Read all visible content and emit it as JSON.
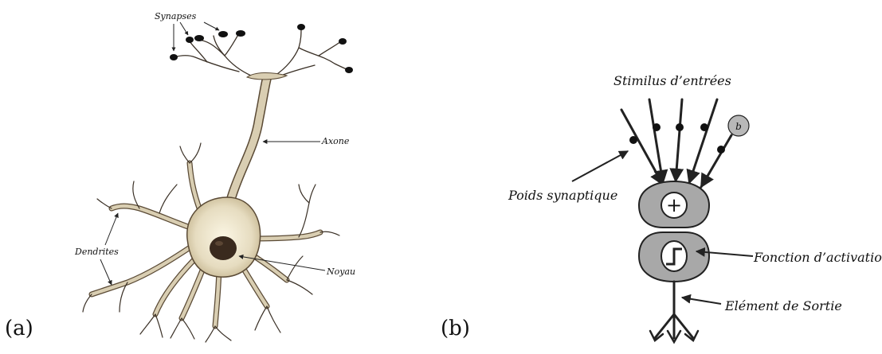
{
  "panel_a": {
    "tag": "(a)",
    "labels": {
      "synapses": "Synapses",
      "axone": "Axone",
      "dendrites": "Dendrites",
      "noyau": "Noyau"
    }
  },
  "panel_b": {
    "tag": "(b)",
    "labels": {
      "stimulus": "Stimilus d’entrées",
      "poids": "Poids synaptique",
      "fonction": "Fonction d’activation",
      "sortie": "Elément de Sortie"
    },
    "bias_symbol": "b",
    "sum_symbol": "+"
  },
  "colors": {
    "neuron_fill": "#d9ceb2",
    "neuron_stroke": "#5a4a35",
    "nucleus": "#3a2a1e",
    "node_fill": "#b8b8b8",
    "line": "#222222"
  }
}
